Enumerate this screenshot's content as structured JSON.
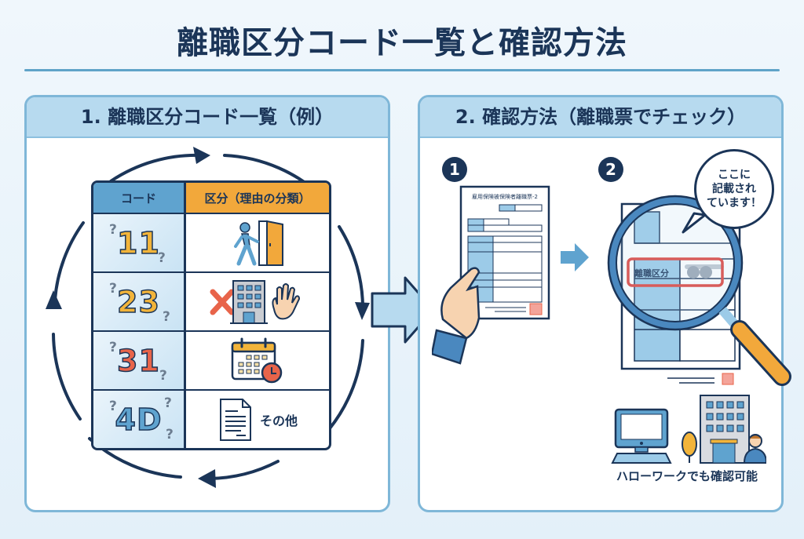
{
  "title": "離職区分コード一覧と確認方法",
  "panel1": {
    "heading": "1. 離職区分コード一覧（例）",
    "table": {
      "headers": [
        "コード",
        "区分（理由の分類）"
      ],
      "rows": [
        {
          "code": "11",
          "code_color": "#f2b43a",
          "icon": "person-leaving-door-icon",
          "label": ""
        },
        {
          "code": "23",
          "code_color": "#f2b43a",
          "icon": "company-dismissal-icon",
          "label": ""
        },
        {
          "code": "31",
          "code_color": "#e8644a",
          "icon": "calendar-clock-icon",
          "label": ""
        },
        {
          "code": "4D",
          "code_color": "#5fa3cf",
          "icon": "document-icon",
          "label": "その他"
        }
      ]
    },
    "question_mark": "?"
  },
  "panel2": {
    "heading": "2. 確認方法（離職票でチェック）",
    "step1": {
      "badge": "1",
      "form_title": "雇用保険被保険者離職票-2"
    },
    "step2": {
      "badge": "2",
      "field_label": "離職区分",
      "bubble_text": "ここに\n記載され\nています！"
    },
    "hellowork_label": "ハローワークでも確認可能"
  },
  "colors": {
    "navy": "#1b3558",
    "accent_blue": "#5fa3cf",
    "accent_orange": "#f2a83b",
    "highlight_red": "#e0413a"
  }
}
